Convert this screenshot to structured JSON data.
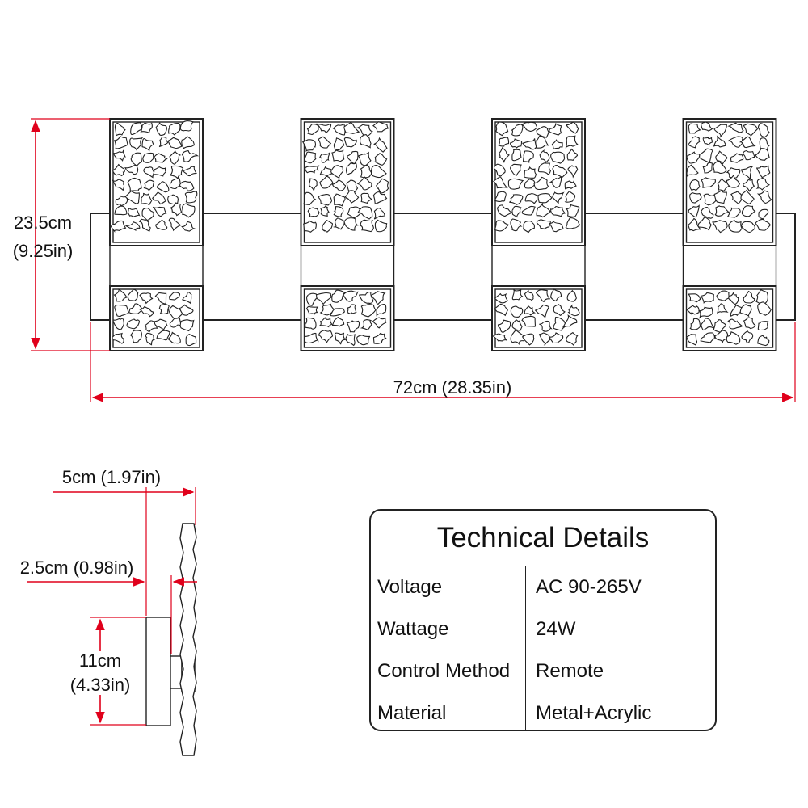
{
  "dimensions": {
    "height_main": "23.5cm",
    "height_main_in": "(9.25in)",
    "width_main": "72cm (28.35in)",
    "depth_total": "5cm (1.97in)",
    "depth_shade": "2.5cm (0.98in)",
    "backplate_height": "11cm",
    "backplate_height_in": "(4.33in)"
  },
  "fixture": {
    "shade_count": 4
  },
  "colors": {
    "dimension": "#e0001b",
    "line": "#222222",
    "background": "#ffffff"
  },
  "technical_details": {
    "title": "Technical Details",
    "rows": [
      {
        "key": "Voltage",
        "value": "AC 90-265V"
      },
      {
        "key": "Wattage",
        "value": "24W"
      },
      {
        "key": "Control Method",
        "value": "Remote"
      },
      {
        "key": "Material",
        "value": "Metal+Acrylic"
      }
    ]
  }
}
